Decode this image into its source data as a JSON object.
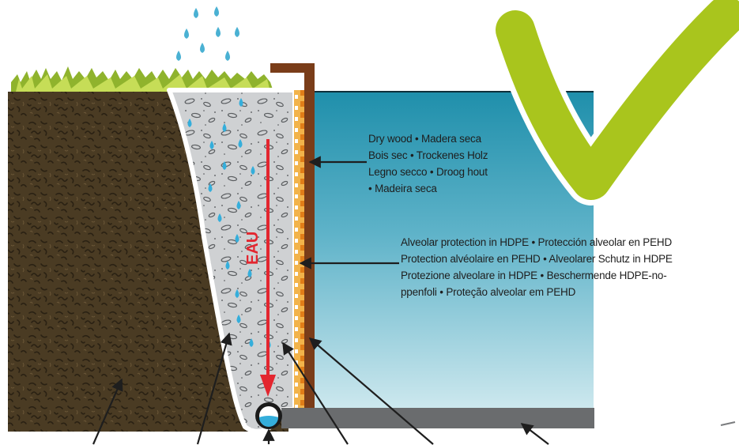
{
  "labels": {
    "dry_wood": [
      "Dry wood • Madera seca",
      "Bois sec • Trockenes Holz",
      "Legno secco • Droog hout",
      "• Madeira seca"
    ],
    "alveolar_protection": [
      "Alveolar protection in HDPE • Protección alveolar en PEHD",
      "Protection alvéolaire en PEHD • Alveolarer Schutz in HDPE",
      "Protezione alveolare in HDPE • Beschermende HDPE-no-",
      "ppenfoli • Proteção alveolar em PEHD"
    ],
    "water_flow": "EAU"
  },
  "colors": {
    "pool_water_top": "#1f8fab",
    "pool_water_bottom": "#cde8ee",
    "soil": "#4a3b23",
    "grass": "#a8c83a",
    "wood_panel": "#7a3d19",
    "hdpe_protection": "#e8962a",
    "gravel": "#c9ccce",
    "rain": "#4ab1d3",
    "water_flow_arrow": "#e3262f",
    "check_mark": "#a9c51d",
    "concrete_slab": "#6a6c6e"
  },
  "icons": [
    "check-mark-icon",
    "rain-drops-icon",
    "drain-pipe-icon"
  ]
}
